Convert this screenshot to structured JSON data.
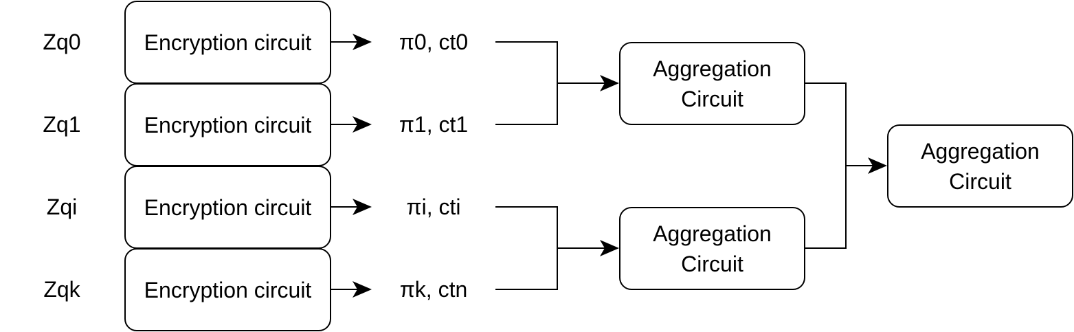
{
  "inputs": [
    "Zq0",
    "Zq1",
    "Zqi",
    "Zqk"
  ],
  "encryption_box_label": "Encryption circuit",
  "outputs": [
    "π0, ct0",
    "π1, ct1",
    "πi, cti",
    "πk, ctn"
  ],
  "aggregation_label_top": "Aggregation\nCircuit",
  "aggregation_label_bottom": "Aggregation\nCircuit",
  "aggregation_label_final": "Aggregation\nCircuit"
}
